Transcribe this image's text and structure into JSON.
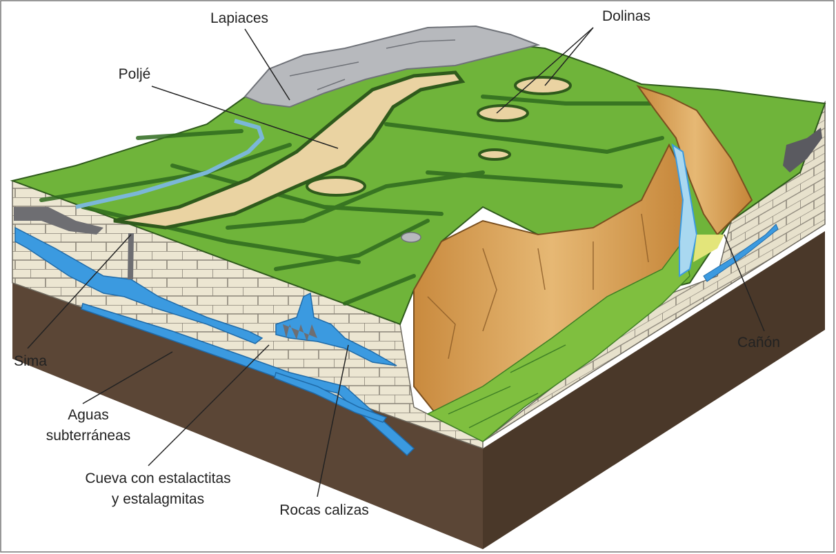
{
  "labels": {
    "lapiaces": "Lapiaces",
    "dolinas": "Dolinas",
    "polje": "Poljé",
    "sima": "Sima",
    "aguas_1": "Aguas",
    "aguas_2": "subterráneas",
    "cueva_1": "Cueva con estalactitas",
    "cueva_2": "y estalagmitas",
    "rocas": "Rocas calizas",
    "canon": "Cañón"
  },
  "colors": {
    "grass": "#6fb43a",
    "grass_dark": "#3f7f25",
    "limestone": "#ece6d2",
    "soil": "#5b4636",
    "sand": "#ead3a2",
    "water": "#3b9ae0",
    "rock_grey": "#b7b9bd",
    "canyon": "#d9a560"
  }
}
